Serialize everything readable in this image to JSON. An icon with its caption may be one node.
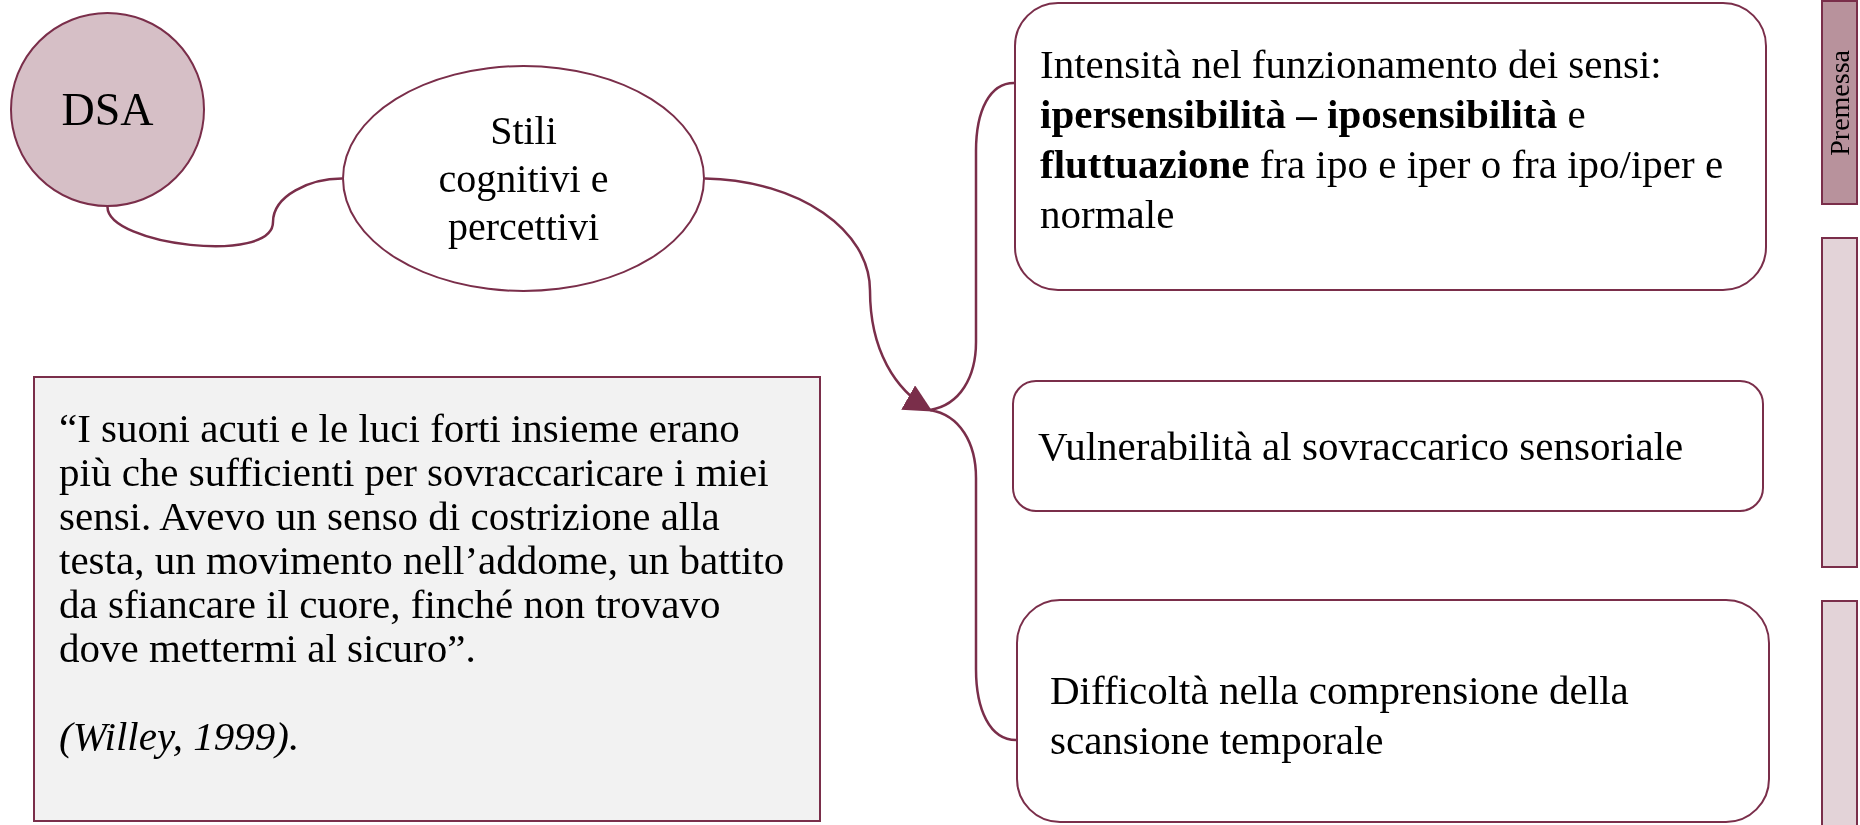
{
  "diagram": {
    "nodes": [
      {
        "text": [
          "DSA"
        ]
      },
      {
        "text": [
          "Stili cognitivi e percettivi"
        ]
      },
      {
        "text": [
          "Intensità nel funzionamento dei sensi: **ipersensibilità – iposensibilità** e **fluttuazione** fra ipo e iper o fra ipo/iper e normale"
        ]
      },
      {
        "text": [
          "Vulnerabilità al sovraccarico sensoriale"
        ]
      },
      {
        "text": [
          "Difficoltà nella comprensione della scansione temporale"
        ]
      },
      {
        "text": [
          "“I suoni acuti e le luci forti insieme erano più che sufficienti per sovraccaricare i miei sensi. Avevo un senso di costrizione alla testa, un movimento nell’addome, un battito da sfiancare il cuore, finché non trovavo dove mettermi al sicuro”.",
          "(Willey, 1999)."
        ]
      },
      {
        "text": [
          "Premessa"
        ]
      },
      {
        "text": [],
        "shape": "box"
      },
      {
        "text": [],
        "shape": "box"
      },
      {
        "text": [],
        "shape": "brace"
      }
    ],
    "edges": [
      {
        "from": 0,
        "to": 1,
        "arrow": "none"
      },
      {
        "from": 1,
        "to": 9,
        "arrow": "to"
      },
      {
        "from": 9,
        "to": 2,
        "arrow": "none"
      },
      {
        "from": 9,
        "to": 4,
        "arrow": "none"
      }
    ]
  }
}
